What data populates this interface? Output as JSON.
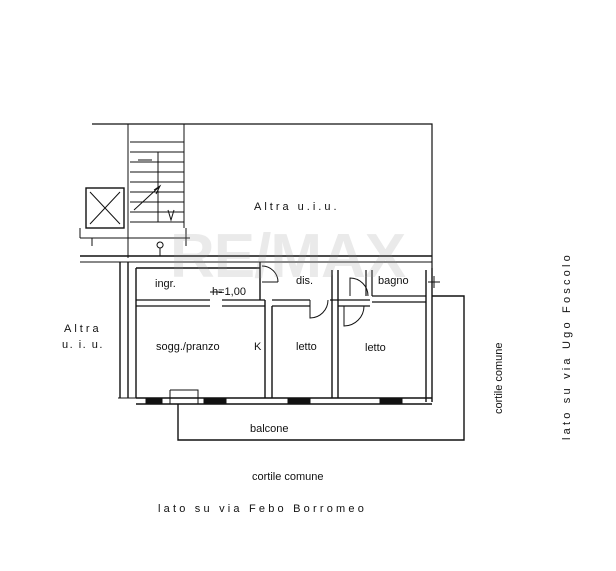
{
  "watermark": {
    "brand": "RE/MAX"
  },
  "labels": {
    "neighbor_top": "Altra u.i.u.",
    "neighbor_left_line1": "Altra",
    "neighbor_left_line2": "u. i. u.",
    "entrance": "ingr.",
    "height_mark": "h=1,00",
    "hallway": "dis.",
    "bathroom": "bagno",
    "living": "sogg./pranzo",
    "kitchen": "K",
    "bedroom_1": "letto",
    "bedroom_2": "letto",
    "balcony": "balcone",
    "courtyard_bottom": "cortile comune",
    "courtyard_right": "cortile comune",
    "street_bottom": "lato su via Febo Borromeo",
    "street_right": "lato su via Ugo Foscolo"
  },
  "colors": {
    "ink": "#111111",
    "watermark_red": "#d7263d",
    "watermark_blue": "#1f4fa0"
  }
}
